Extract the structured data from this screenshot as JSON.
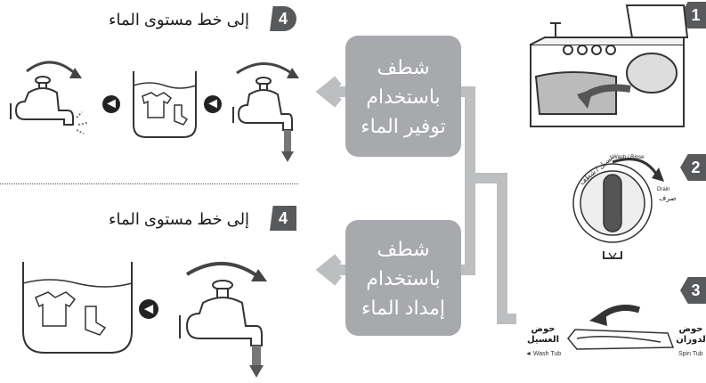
{
  "sections": {
    "top": {
      "step_number": "4",
      "title": "إلى خط مستوى الماء",
      "box_label": "شطف باستخدام توفير الماء"
    },
    "bottom": {
      "step_number": "4",
      "title": "إلى خط مستوى الماء",
      "box_label": "شطف باستخدام إمداد الماء"
    }
  },
  "steps": [
    {
      "number": "1"
    },
    {
      "number": "2",
      "dial_labels": {
        "wash_ar": "غسيل / شطف",
        "wash_en": "Wash / Rinse",
        "drain_ar": "صرف",
        "drain_en": "Drain"
      }
    },
    {
      "number": "3",
      "wash_tub_ar": "حوض الغسيل",
      "wash_tub_en": "Wash Tub",
      "spin_tub_ar": "حوض لدوران",
      "spin_tub_en": "Spin Tub"
    }
  ]
}
